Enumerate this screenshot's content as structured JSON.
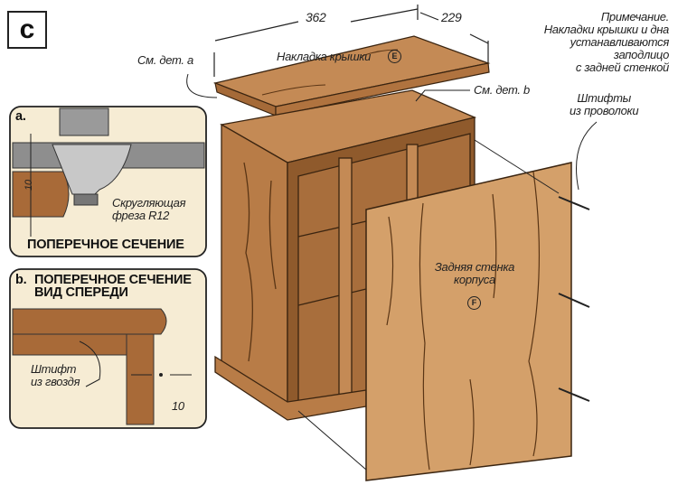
{
  "figure_label": "c",
  "dimensions": {
    "length": "362",
    "width": "229"
  },
  "note": {
    "line1": "Примечание.",
    "line2": "Накладки крышки и дна",
    "line3": "устанавливаются",
    "line4": "заподлицо",
    "line5": "с задней стенкой"
  },
  "callouts": {
    "see_detail_a": "См. дет. а",
    "see_detail_b": "См. дет. b",
    "top_cover": "Накладка крышки",
    "top_cover_id": "E",
    "wire_pins_1": "Штифты",
    "wire_pins_2": "из проволоки",
    "back_panel_1": "Задняя стенка",
    "back_panel_2": "корпуса",
    "back_panel_id": "F"
  },
  "detail_a": {
    "label": "a.",
    "dimension": "10",
    "cutter_1": "Скругляющая",
    "cutter_2": "фреза R12",
    "caption": "ПОПЕРЕЧНОЕ СЕЧЕНИЕ"
  },
  "detail_b": {
    "label": "b.",
    "title_1": "ПОПЕРЕЧНОЕ СЕЧЕНИЕ",
    "title_2": "ВИД СПЕРЕДИ",
    "pin_1": "Штифт",
    "pin_2": "из гвоздя",
    "dimension": "10"
  }
}
